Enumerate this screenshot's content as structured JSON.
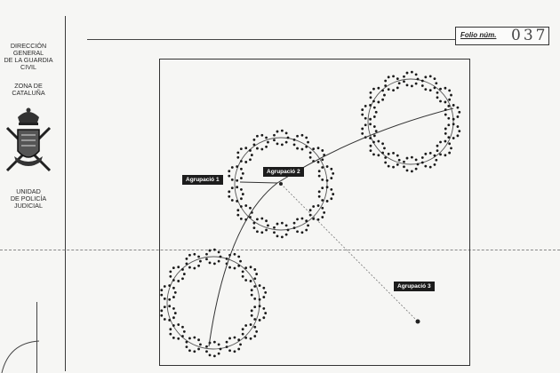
{
  "sidebar": {
    "block1": [
      "Dirección",
      "General",
      "de la Guardia",
      "Civil"
    ],
    "block2": [
      "Zona de",
      "Cataluña"
    ],
    "block3": [
      "Unidad",
      "de Policía",
      "Judicial"
    ]
  },
  "header": {
    "folio_label": "Folio núm.",
    "folio_number": "037"
  },
  "diagram": {
    "labels": {
      "group1": "Agrupació 1",
      "group2": "Agrupació 2",
      "group3": "Agrupació 3"
    }
  }
}
